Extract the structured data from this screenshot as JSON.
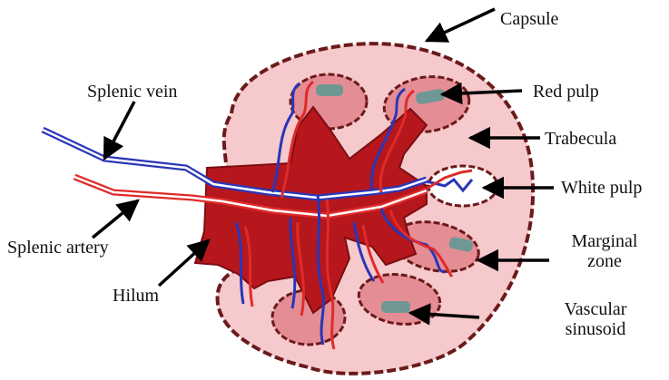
{
  "labels": {
    "capsule": "Capsule",
    "red_pulp": "Red pulp",
    "trabecula": "Trabecula",
    "white_pulp": "White pulp",
    "marginal_zone_1": "Marginal",
    "marginal_zone_2": "zone",
    "vascular_sinusoid_1": "Vascular",
    "vascular_sinusoid_2": "sinusoid",
    "splenic_vein": "Splenic vein",
    "splenic_artery": "Splenic artery",
    "hilum": "Hilum"
  },
  "colors": {
    "capsule_fill": "#f6c9cc",
    "capsule_border": "#6b1a1a",
    "lobule_fill": "#e58d94",
    "hilum_fill": "#b5171c",
    "sinusoid_fill": "#6f9894",
    "vein": "#2a36b8",
    "artery": "#e02a2a",
    "white_pulp_fill": "#ffffff"
  }
}
